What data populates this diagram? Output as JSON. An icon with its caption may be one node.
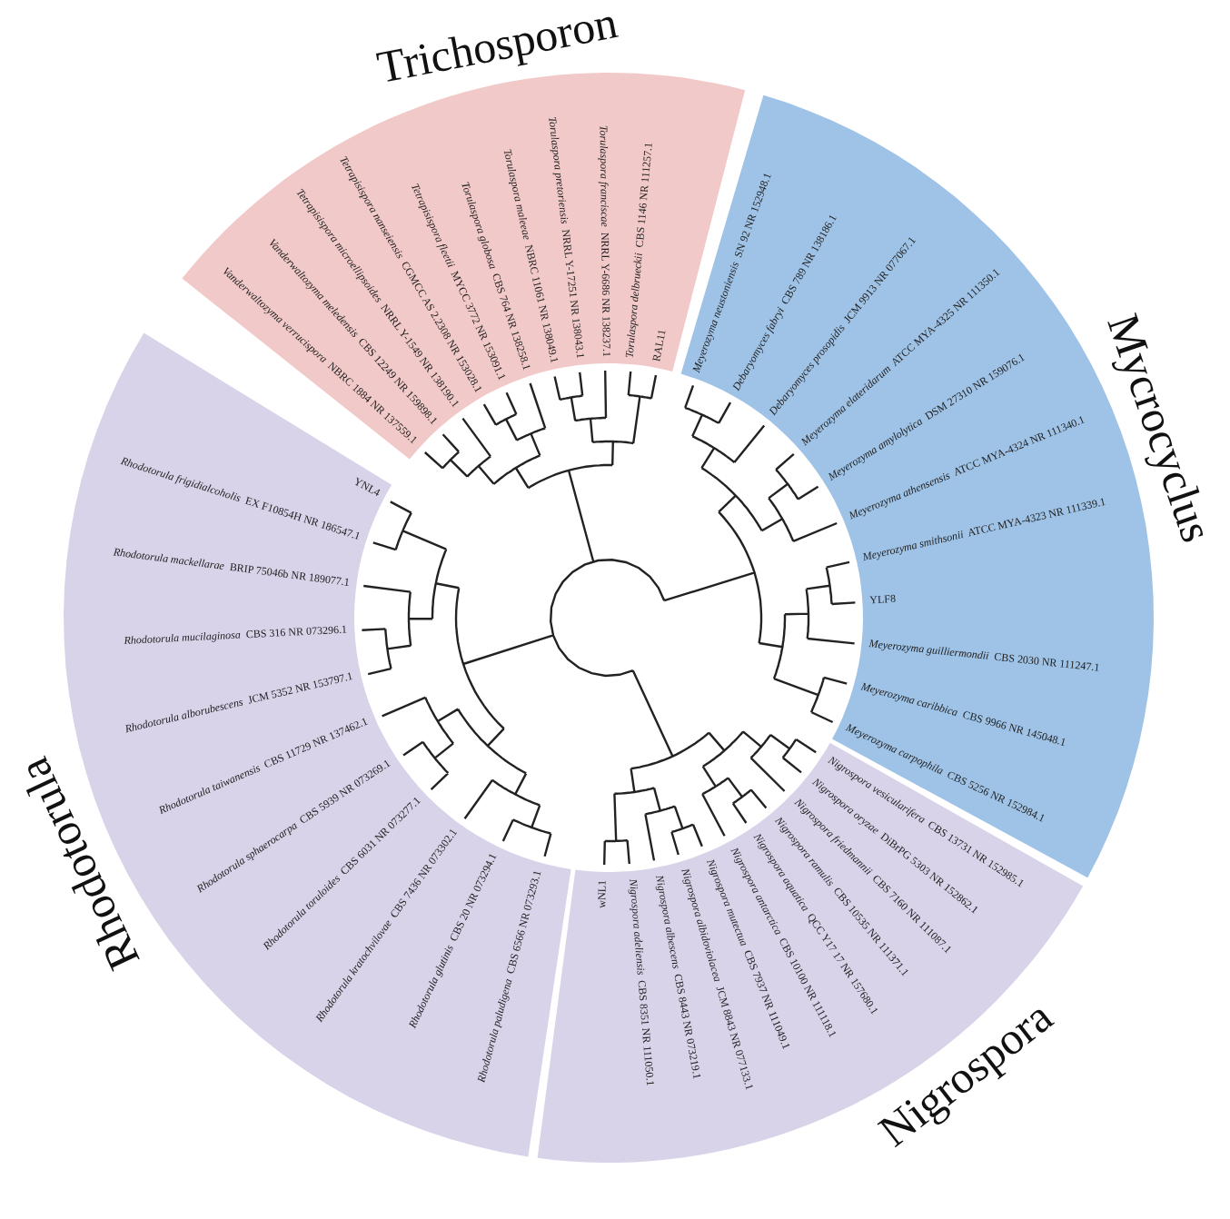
{
  "diagram": {
    "nodes": [
      {
        "text": [
          "Trichosporon"
        ]
      },
      {
        "text": [
          "*Vanderwaltozyma verrucispora* NBRC 1884 NR 137559.1"
        ],
        "in": 0
      },
      {
        "text": [
          "*Vanderwaltozyma meledensis* CBS 12249 NR 159898.1"
        ],
        "in": 0
      },
      {
        "text": [
          "*Tetrapisispora microellipsoides* NRRL Y-1549 NR 138190.1"
        ],
        "in": 0
      },
      {
        "text": [
          "*Tetrapisispora nanseiensis* CGMCC AS 2.2308 NR 153028.1"
        ],
        "in": 0
      },
      {
        "text": [
          "*Tetrapisispora fleetii* MYCC 3772 NR 153091.1"
        ],
        "in": 0
      },
      {
        "text": [
          "*Torulaspora globosa* CBS 764 NR 138258.1"
        ],
        "in": 0
      },
      {
        "text": [
          "*Torulaspora maleeae* NBRC 11061 NR 138049.1"
        ],
        "in": 0
      },
      {
        "text": [
          "*Torulaspora pretoriensis* NRRL Y-17251 NR 138043.1"
        ],
        "in": 0
      },
      {
        "text": [
          "*Torulaspora franciscae* NRRL Y-6686 NR 138237.1"
        ],
        "in": 0
      },
      {
        "text": [
          "*Torulaspora delbrueckii* CBS 1146 NR 111257.1"
        ],
        "in": 0
      },
      {
        "text": [
          "RAL11"
        ],
        "in": 0
      },
      {
        "text": [
          "Mycrocyclus"
        ]
      },
      {
        "text": [
          "*Meyerozyma neustoniensis* SN 92 NR 152948.1"
        ],
        "in": 12
      },
      {
        "text": [
          "*Debaryomyces fabryi* CBS 789 NR 138186.1"
        ],
        "in": 12
      },
      {
        "text": [
          "*Debaryomyces prosopidis* JCM 9913 NR 077067.1"
        ],
        "in": 12
      },
      {
        "text": [
          "*Meyerozyma elateridarum* ATCC MYA-4325 NR 111350.1"
        ],
        "in": 12
      },
      {
        "text": [
          "*Meyerozyma amylolytica* DSM 27310 NR 159076.1"
        ],
        "in": 12
      },
      {
        "text": [
          "*Meyerozyma athensensis* ATCC MYA-4324 NR 111340.1"
        ],
        "in": 12
      },
      {
        "text": [
          "*Meyerozyma smithsonii* ATCC MYA-4323 NR 111339.1"
        ],
        "in": 12
      },
      {
        "text": [
          "YLF8"
        ],
        "in": 12
      },
      {
        "text": [
          "*Meyerozyma guilliermondii* CBS 2030 NR 111247.1"
        ],
        "in": 12
      },
      {
        "text": [
          "*Meyerozyma caribbica* CBS 9966 NR 145048.1"
        ],
        "in": 12
      },
      {
        "text": [
          "*Meyerozyma carpophila* CBS 5256 NR 152984.1"
        ],
        "in": 12
      },
      {
        "text": [
          "Nigrospora"
        ]
      },
      {
        "text": [
          "*Nigrospora vesicularifera* CBS 13731 NR 152985.1"
        ],
        "in": 24
      },
      {
        "text": [
          "*Nigrospora oryzae* DiBrPG 5303 NR 152862.1"
        ],
        "in": 24
      },
      {
        "text": [
          "*Nigrospora friedmannii* CBS 7160 NR 111087.1"
        ],
        "in": 24
      },
      {
        "text": [
          "*Nigrospora ramulis* CBS 10535 NR 111371.1"
        ],
        "in": 24
      },
      {
        "text": [
          "*Nigrospora aquatica* QCC Y17 17 NR 157680.1"
        ],
        "in": 24
      },
      {
        "text": [
          "*Nigrospora antarctica* CBS 10100 NR 111118.1"
        ],
        "in": 24
      },
      {
        "text": [
          "*Nigrospora mutectua* CBS 7937 NR 111049.1"
        ],
        "in": 24
      },
      {
        "text": [
          "*Nigrospora albidoviolacea* JCM 8843 NR 077133.1"
        ],
        "in": 24
      },
      {
        "text": [
          "*Nigrospora albescens* CBS 8443 NR 073219.1"
        ],
        "in": 24
      },
      {
        "text": [
          "*Nigrospora adeliensis* CBS 8351 NR 111050.1"
        ],
        "in": 24
      },
      {
        "text": [
          "wNL1"
        ],
        "in": 24
      },
      {
        "text": [
          "Rhodotorula"
        ]
      },
      {
        "text": [
          "YNL4"
        ],
        "in": 36
      },
      {
        "text": [
          "*Rhodotorula frigidialcoholis* EX F10854H NR 186547.1"
        ],
        "in": 36
      },
      {
        "text": [
          "*Rhodotorula mackellarae* BRIP 75046b NR 189077.1"
        ],
        "in": 36
      },
      {
        "text": [
          "*Rhodotorula mucilaginosa* CBS 316 NR 073296.1"
        ],
        "in": 36
      },
      {
        "text": [
          "*Rhodotorula alborubescens* JCM 5352 NR 153797.1"
        ],
        "in": 36
      },
      {
        "text": [
          "*Rhodotorula taiwanensis* CBS 11729 NR 137462.1"
        ],
        "in": 36
      },
      {
        "text": [
          "*Rhodotorula sphaerocarpa* CBS 5939 NR 073269.1"
        ],
        "in": 36
      },
      {
        "text": [
          "*Rhodotorula toruloides* CBS 6031 NR 073277.1"
        ],
        "in": 36
      },
      {
        "text": [
          "*Rhodotorula kratochvilovae* CBS 7436 NR 073302.1"
        ],
        "in": 36
      },
      {
        "text": [
          "*Rhodotorula glutinis* CBS 20 NR 073294.1"
        ],
        "in": 36
      },
      {
        "text": [
          "*Rhodotorula paludigena* CBS 6566 NR 073293.1"
        ],
        "in": 36
      }
    ]
  }
}
